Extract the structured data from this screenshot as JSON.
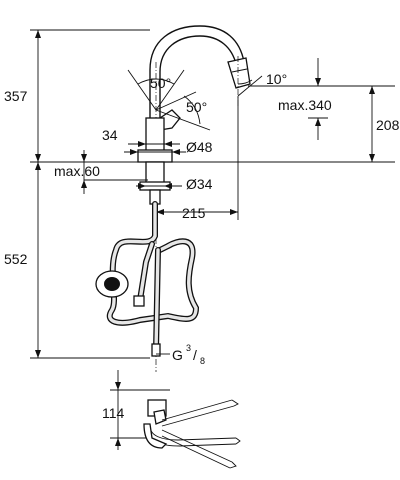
{
  "diagram": {
    "dimensions": {
      "total_height_upper": "357",
      "total_height_lower": "552",
      "swivel_angle_1": "50°",
      "swivel_angle_2": "50°",
      "spout_tilt": "10°",
      "spout_reach_max": "max.340",
      "spout_height": "208",
      "base_width": "34",
      "base_diameter": "Ø48",
      "max_thickness": "max.60",
      "hole_diameter": "Ø34",
      "spout_reach": "215",
      "thread_prefix": "G",
      "thread_num": "3",
      "thread_den": "8",
      "top_view_dim": "114"
    }
  }
}
